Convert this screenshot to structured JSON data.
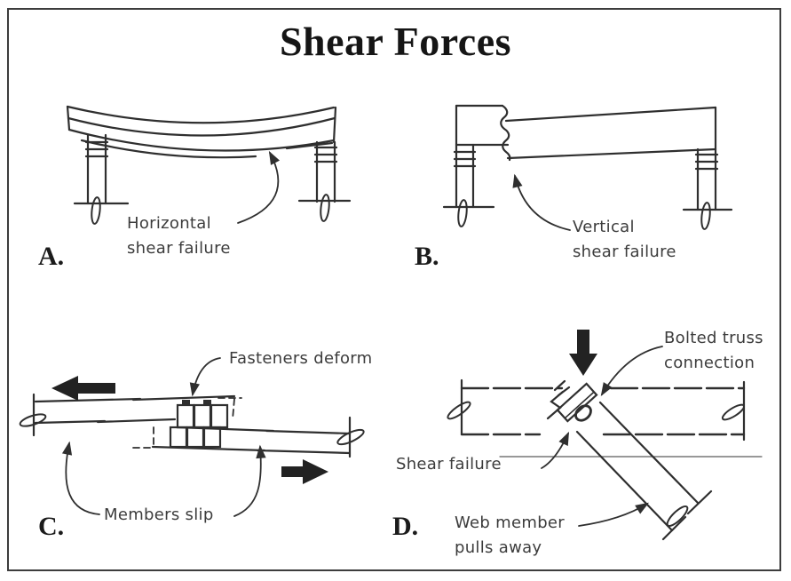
{
  "title": "Shear Forces",
  "colors": {
    "ink": "#2f2f2f",
    "annotation_ink": "#3c3c3c",
    "border": "#3d3d3d"
  },
  "panels": {
    "a": {
      "letter": "A.",
      "label": {
        "line1": "Horizontal",
        "line2": "shear failure"
      }
    },
    "b": {
      "letter": "B.",
      "label": {
        "line1": "Vertical",
        "line2": "shear failure"
      }
    },
    "c": {
      "letter": "C.",
      "fasteners_label": "Fasteners deform",
      "members_label": "Members slip"
    },
    "d": {
      "letter": "D.",
      "connection_label": {
        "line1": "Bolted truss",
        "line2": "connection"
      },
      "shear_label": "Shear failure",
      "web_label": {
        "line1": "Web member",
        "line2": "pulls away"
      }
    }
  }
}
